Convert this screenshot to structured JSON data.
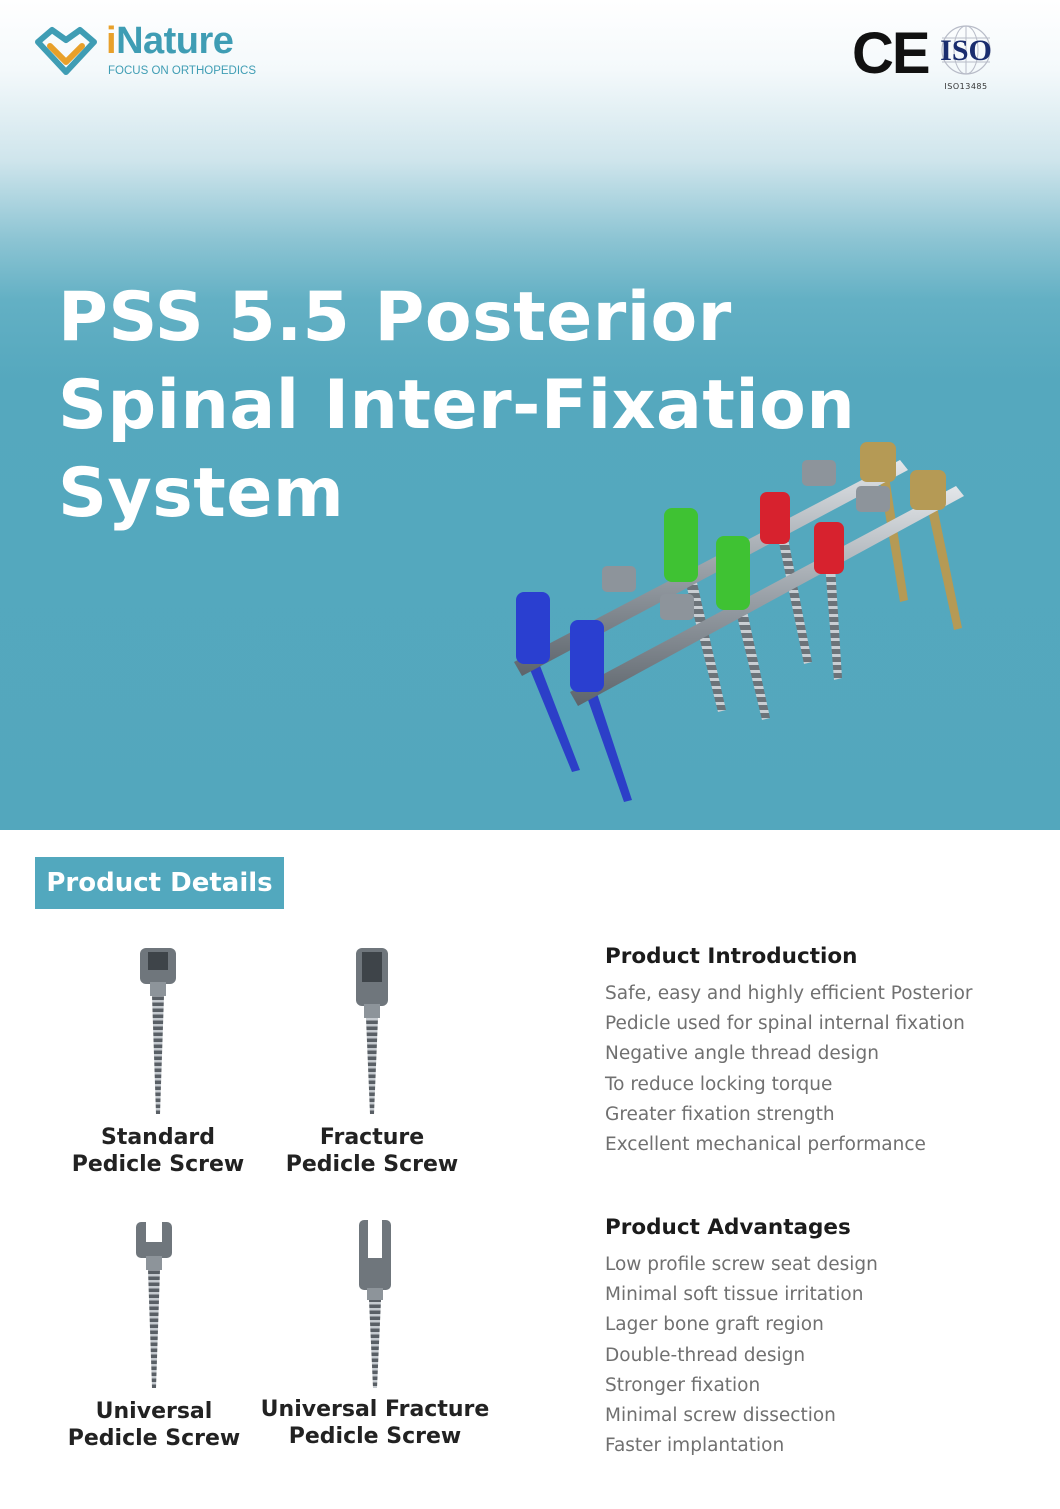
{
  "brand": {
    "name_prefix": "i",
    "name_rest": "Nature",
    "tagline": "FOCUS ON ORTHOPEDICS"
  },
  "certifications": {
    "ce": "CE",
    "iso": "ISO",
    "iso_standard": "ISO13485"
  },
  "hero": {
    "title_lines": [
      "PSS 5.5 Posterior",
      "Spinal Inter-Fixation",
      "System"
    ]
  },
  "section_label": "Product Details",
  "products": [
    {
      "line1": "Standard",
      "line2": "Pedicle Screw"
    },
    {
      "line1": "Fracture",
      "line2": "Pedicle Screw"
    },
    {
      "line1": "Universal",
      "line2": "Pedicle Screw"
    },
    {
      "line1": "Universal Fracture",
      "line2": "Pedicle Screw"
    }
  ],
  "introduction": {
    "heading": "Product Introduction",
    "items": [
      "Safe, easy and highly efficient Posterior",
      "Pedicle used for spinal internal fixation",
      "Negative angle thread design",
      "To reduce locking torque",
      "Greater fixation strength",
      "Excellent mechanical performance"
    ]
  },
  "advantages": {
    "heading": "Product Advantages",
    "items": [
      "Low profile screw seat design",
      "Minimal soft tissue irritation",
      "Lager bone graft region",
      "Double-thread design",
      "Stronger fixation",
      "Minimal screw dissection",
      "Faster implantation"
    ]
  },
  "colors": {
    "accent": "#52a8be",
    "brand_orange": "#e8a02a",
    "implant_blue": "#2a3fd0",
    "implant_green": "#3fc233",
    "implant_red": "#d7222e",
    "implant_gold": "#b59a55"
  },
  "icons": [
    "inature-logo-icon",
    "iso-globe-icon",
    "spinal-system-image",
    "pedicle-screw-image"
  ]
}
